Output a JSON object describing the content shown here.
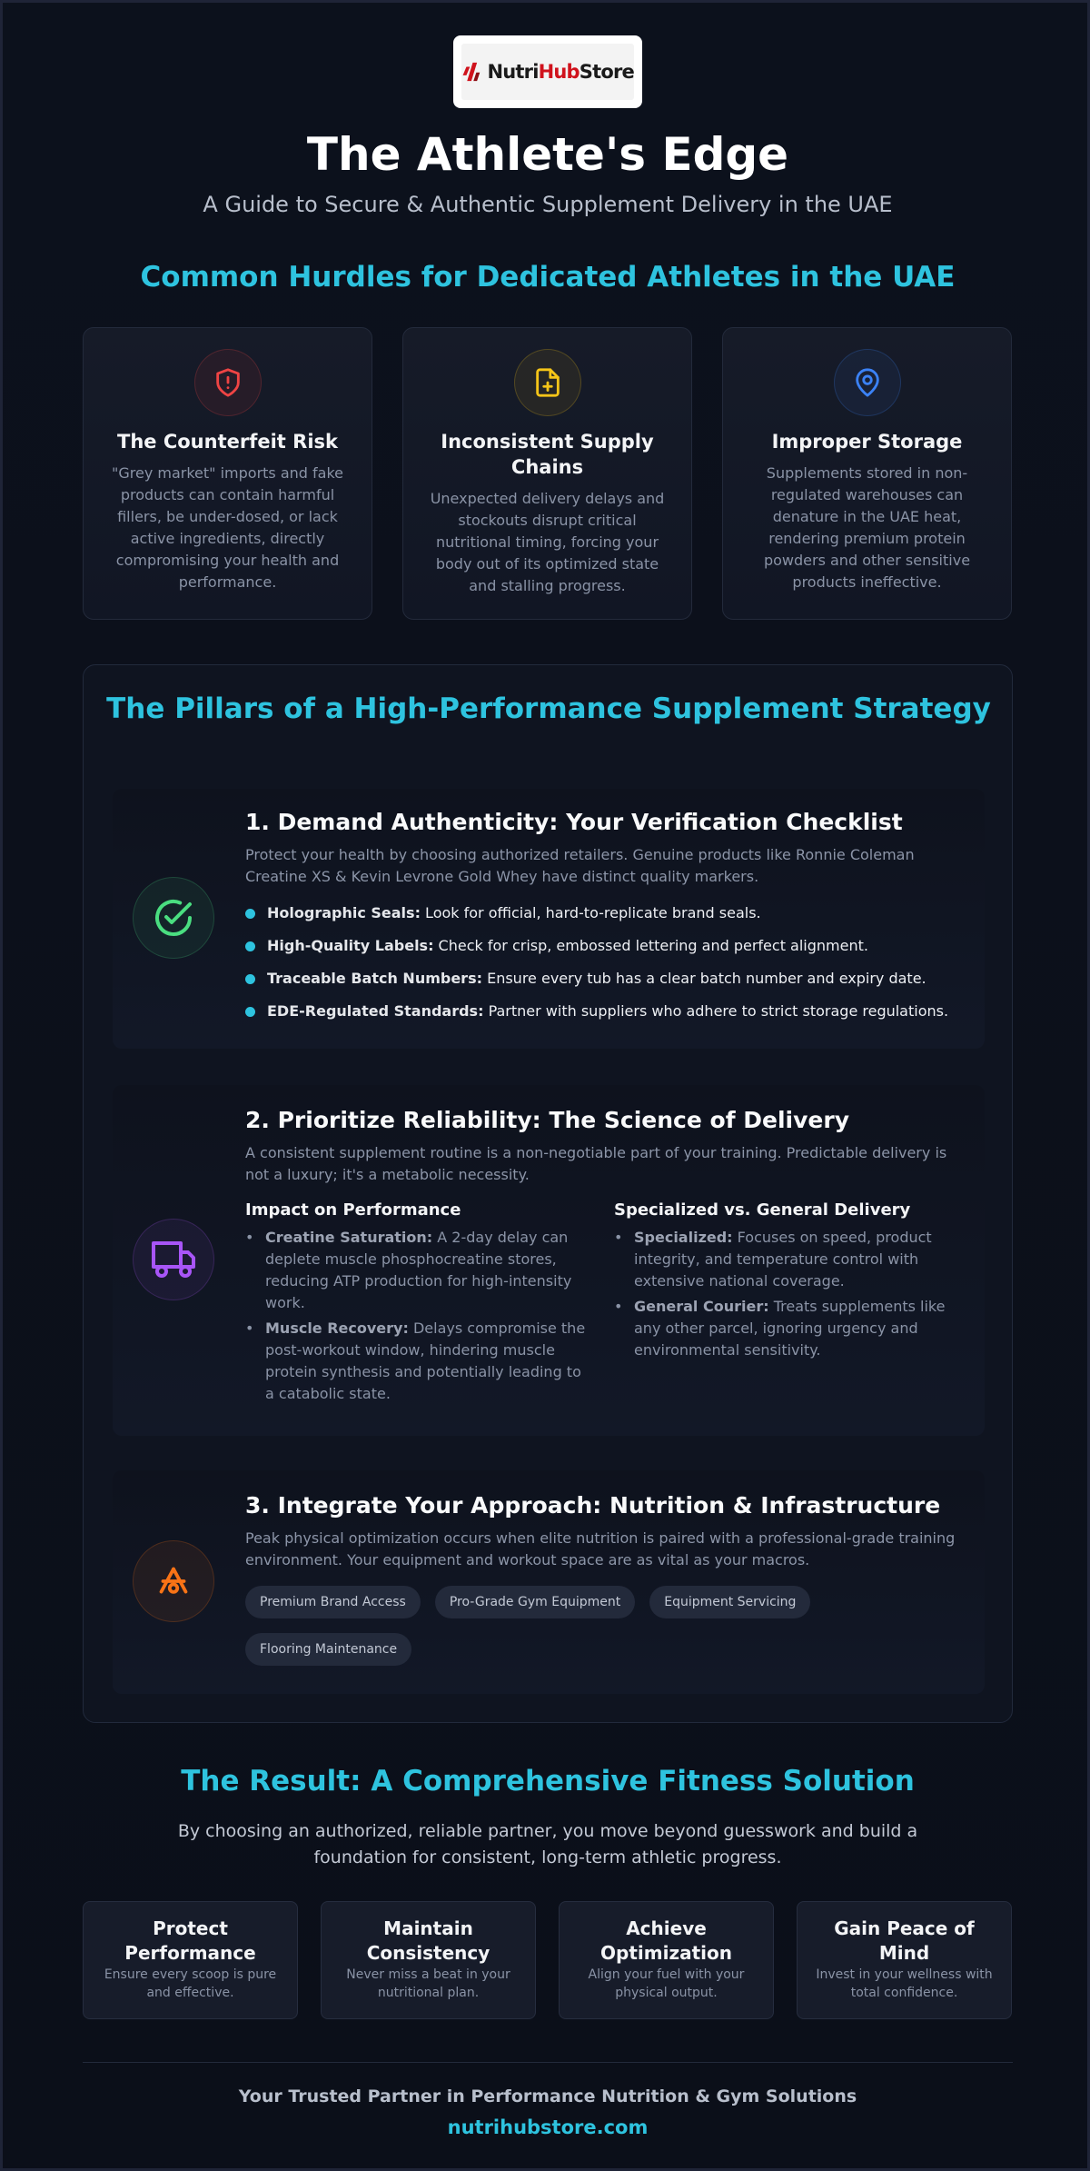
{
  "brand": {
    "logo_part1": "Nutri",
    "logo_part2": "Hub",
    "logo_part3": "Store"
  },
  "header": {
    "title": "The Athlete's Edge",
    "subtitle": "A Guide to Secure & Authentic Supplement Delivery in the UAE"
  },
  "hurdles": {
    "title": "Common Hurdles for Dedicated Athletes in the UAE",
    "cards": [
      {
        "icon": "shield-alert-icon",
        "color": "#ef4444",
        "title": "The Counterfeit Risk",
        "text": "\"Grey market\" imports and fake products can contain harmful fillers, be under-dosed, or lack active ingredients, directly compromising your health and performance."
      },
      {
        "icon": "file-plus-icon",
        "color": "#f5c518",
        "title": "Inconsistent Supply Chains",
        "text": "Unexpected delivery delays and stockouts disrupt critical nutritional timing, forcing your body out of its optimized state and stalling progress."
      },
      {
        "icon": "map-pin-icon",
        "color": "#3b82f6",
        "title": "Improper Storage",
        "text": "Supplements stored in non-regulated warehouses can denature in the UAE heat, rendering premium protein powders and other sensitive products ineffective."
      }
    ]
  },
  "pillars": {
    "title": "The Pillars of a High-Performance Supplement Strategy",
    "authenticity": {
      "icon": "check-circle-icon",
      "color": "#4ade80",
      "title": "1. Demand Authenticity: Your Verification Checklist",
      "intro": "Protect your health by choosing authorized retailers. Genuine products like Ronnie Coleman Creatine XS & Kevin Levrone Gold Whey have distinct quality markers.",
      "items": [
        {
          "label": "Holographic Seals:",
          "text": " Look for official, hard-to-replicate brand seals."
        },
        {
          "label": "High-Quality Labels:",
          "text": " Check for crisp, embossed lettering and perfect alignment."
        },
        {
          "label": "Traceable Batch Numbers:",
          "text": " Ensure every tub has a clear batch number and expiry date."
        },
        {
          "label": "EDE-Regulated Standards:",
          "text": " Partner with suppliers who adhere to strict storage regulations."
        }
      ]
    },
    "reliability": {
      "icon": "truck-icon",
      "color": "#a855f7",
      "title": "2. Prioritize Reliability: The Science of Delivery",
      "intro": "A consistent supplement routine is a non-negotiable part of your training. Predictable delivery is not a luxury; it's a metabolic necessity.",
      "impact": {
        "heading": "Impact on Performance",
        "items": [
          {
            "label": "Creatine Saturation:",
            "text": " A 2-day delay can deplete muscle phosphocreatine stores, reducing ATP production for high-intensity work."
          },
          {
            "label": "Muscle Recovery:",
            "text": " Delays compromise the post-workout window, hindering muscle protein synthesis and potentially leading to a catabolic state."
          }
        ]
      },
      "delivery": {
        "heading": "Specialized vs. General Delivery",
        "items": [
          {
            "label": "Specialized:",
            "text": " Focuses on speed, product integrity, and temperature control with extensive national coverage."
          },
          {
            "label": "General Courier:",
            "text": " Treats supplements like any other parcel, ignoring urgency and environmental sensitivity."
          }
        ]
      }
    },
    "integrate": {
      "icon": "equipment-icon",
      "color": "#f97316",
      "title": "3. Integrate Your Approach: Nutrition & Infrastructure",
      "intro": "Peak physical optimization occurs when elite nutrition is paired with a professional-grade training environment. Your equipment and workout space are as vital as your macros.",
      "tags": [
        "Premium Brand Access",
        "Pro-Grade Gym Equipment",
        "Equipment Servicing",
        "Flooring Maintenance"
      ]
    }
  },
  "result": {
    "title": "The Result: A Comprehensive Fitness Solution",
    "text": "By choosing an authorized, reliable partner, you move beyond guesswork and build a foundation for consistent, long-term athletic progress.",
    "cards": [
      {
        "title": "Protect Performance",
        "text": "Ensure every scoop is pure and effective."
      },
      {
        "title": "Maintain Consistency",
        "text": "Never miss a beat in your nutritional plan."
      },
      {
        "title": "Achieve Optimization",
        "text": "Align your fuel with your physical output."
      },
      {
        "title": "Gain Peace of Mind",
        "text": "Invest in your wellness with total confidence."
      }
    ]
  },
  "footer": {
    "tagline": "Your Trusted Partner in Performance Nutrition & Gym Solutions",
    "url": "nutrihubstore.com"
  }
}
